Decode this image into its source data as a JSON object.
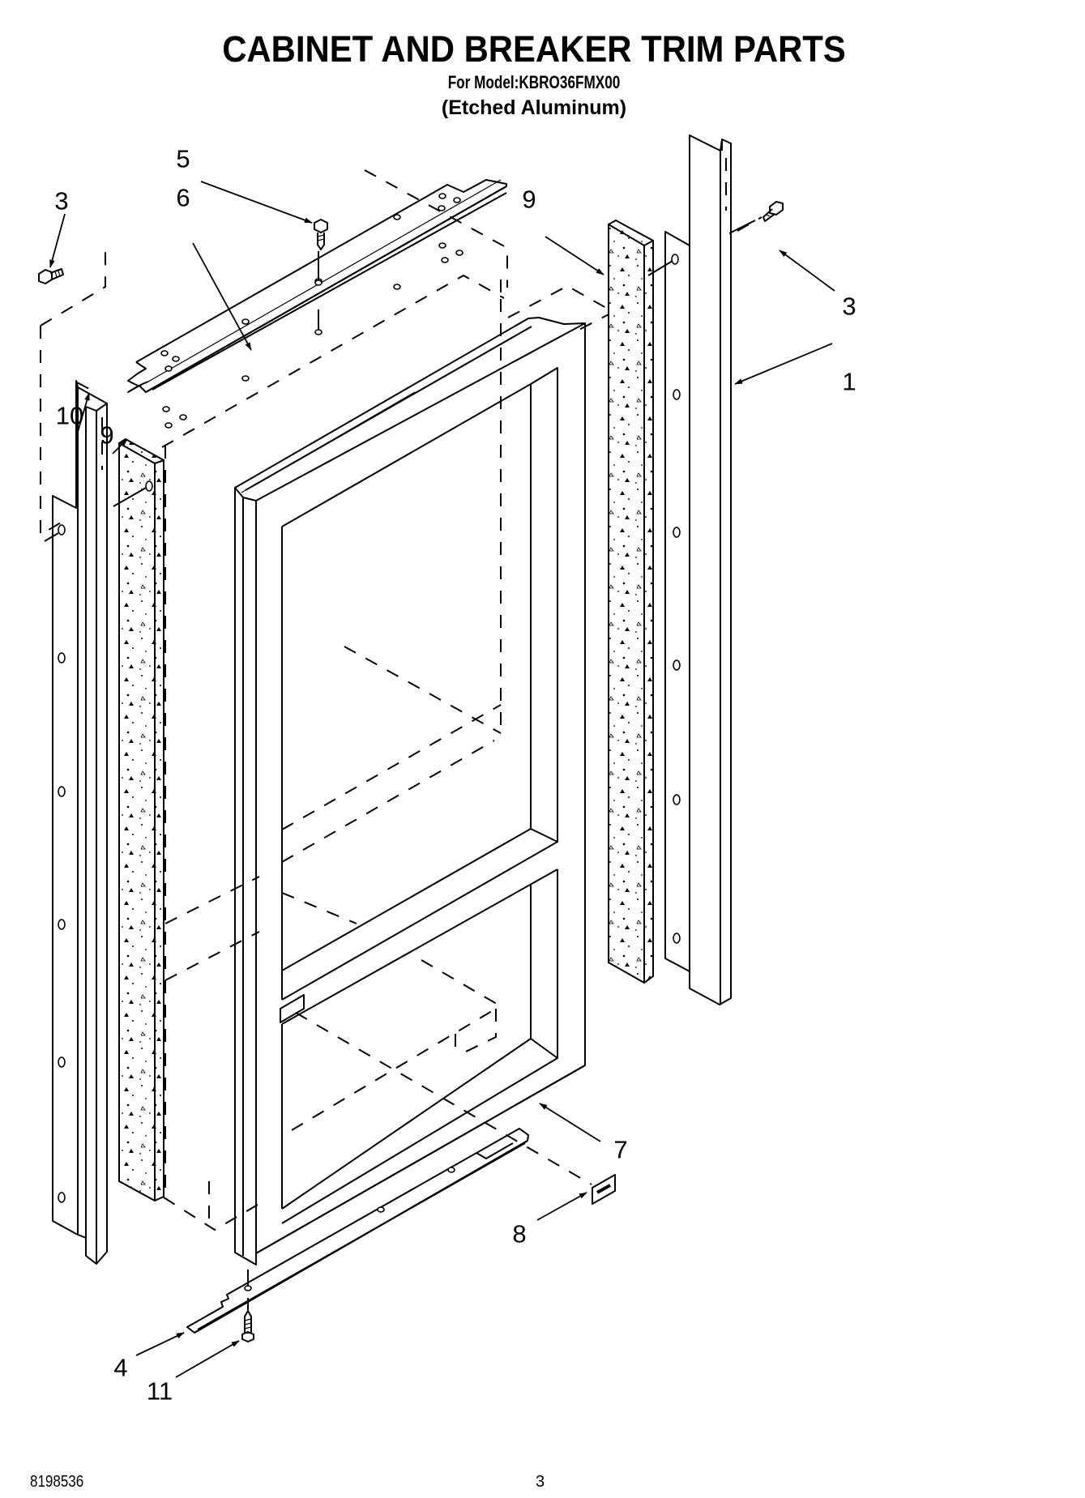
{
  "header": {
    "title": "CABINET AND BREAKER TRIM PARTS",
    "model_line": "For Model:KBRO36FMX00",
    "variant": "(Etched Aluminum)"
  },
  "diagram": {
    "description": "Exploded view of cabinet and breaker trim parts",
    "callouts": [
      {
        "id": "c3-left",
        "label": "3",
        "part": "screw (left side)"
      },
      {
        "id": "c5",
        "label": "5",
        "part": "screw (top)"
      },
      {
        "id": "c6",
        "label": "6",
        "part": "top trim rail"
      },
      {
        "id": "c9-right",
        "label": "9",
        "part": "foam strip (right)"
      },
      {
        "id": "c3-right",
        "label": "3",
        "part": "screw (right side)"
      },
      {
        "id": "c1",
        "label": "1",
        "part": "right side trim"
      },
      {
        "id": "c10",
        "label": "10",
        "part": "left side trim"
      },
      {
        "id": "c9-left",
        "label": "9",
        "part": "foam strip (left)"
      },
      {
        "id": "c7",
        "label": "7",
        "part": "breaker trim frame"
      },
      {
        "id": "c8",
        "label": "8",
        "part": "badge"
      },
      {
        "id": "c4",
        "label": "4",
        "part": "bottom trim rail"
      },
      {
        "id": "c11",
        "label": "11",
        "part": "screw (bottom)"
      }
    ]
  },
  "footer": {
    "doc_number": "8198536",
    "page_number": "3"
  }
}
